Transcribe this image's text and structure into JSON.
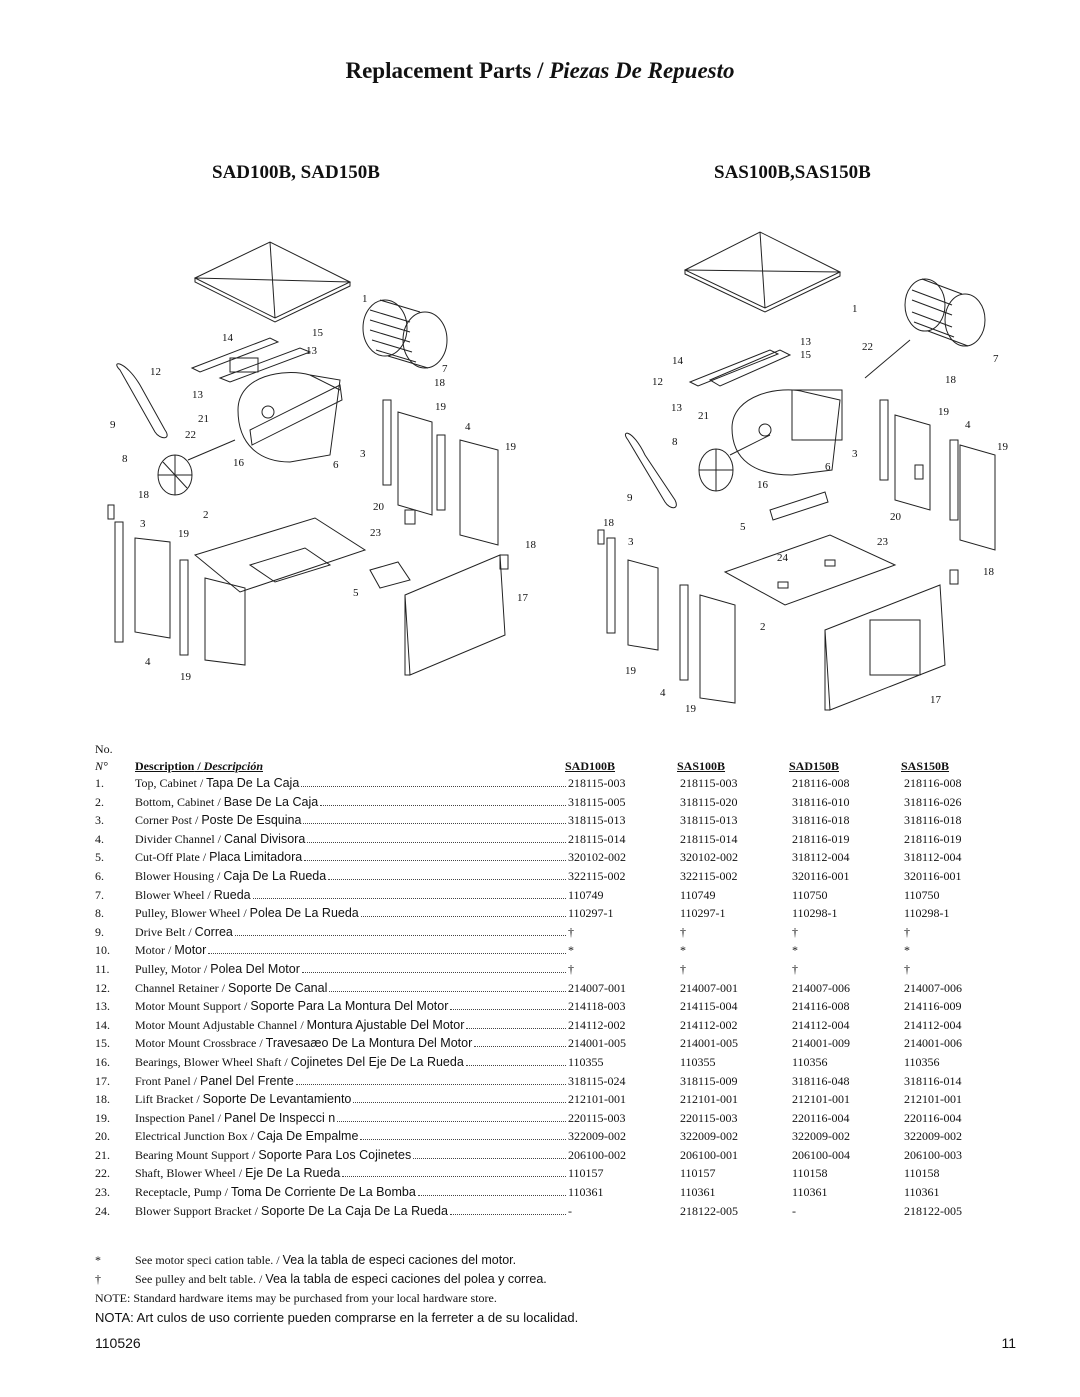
{
  "page": {
    "title_en": "Replacement Parts",
    "title_sep": " / ",
    "title_es": "Piezas De Repuesto",
    "left_model_heading": "SAD100B, SAD150B",
    "right_model_heading": "SAS100B,SAS150B",
    "footer_doc_number": "110526",
    "footer_page_number": "11"
  },
  "diagram_callouts": {
    "left": [
      "1",
      "15",
      "14",
      "13",
      "12",
      "7",
      "18",
      "13",
      "9",
      "19",
      "21",
      "4",
      "22",
      "3",
      "19",
      "8",
      "16",
      "6",
      "20",
      "18",
      "23",
      "2",
      "3",
      "19",
      "18",
      "5",
      "17",
      "4",
      "19"
    ],
    "right": [
      "1",
      "22",
      "7",
      "13",
      "15",
      "14",
      "12",
      "18",
      "19",
      "13",
      "4",
      "21",
      "8",
      "3",
      "19",
      "6",
      "16",
      "9",
      "20",
      "5",
      "23",
      "18",
      "3",
      "24",
      "18",
      "2",
      "19",
      "4",
      "17",
      "19"
    ]
  },
  "table": {
    "header_no": "No.",
    "header_n": "N°",
    "header_desc_en": "Description",
    "header_desc_sep": " / ",
    "header_desc_es": "Descripción",
    "columns": [
      "SAD100B",
      "SAS100B",
      "SAD150B",
      "SAS150B"
    ],
    "rows": [
      {
        "no": "1.",
        "en": "Top, Cabinet",
        "es": "Tapa De La Caja",
        "v": [
          "218115-003",
          "218115-003",
          "218116-008",
          "218116-008"
        ]
      },
      {
        "no": "2.",
        "en": "Bottom, Cabinet",
        "es": "Base De La Caja",
        "v": [
          "318115-005",
          "318115-020",
          "318116-010",
          "318116-026"
        ]
      },
      {
        "no": "3.",
        "en": "Corner Post",
        "es": "Poste De Esquina",
        "v": [
          "318115-013",
          "318115-013",
          "318116-018",
          "318116-018"
        ]
      },
      {
        "no": "4.",
        "en": "Divider Channel",
        "es": "Canal Divisora",
        "v": [
          "218115-014",
          "218115-014",
          "218116-019",
          "218116-019"
        ]
      },
      {
        "no": "5.",
        "en": "Cut-Off Plate",
        "es": "Placa Limitadora",
        "v": [
          "320102-002",
          "320102-002",
          "318112-004",
          "318112-004"
        ]
      },
      {
        "no": "6.",
        "en": "Blower Housing",
        "es": "Caja De La Rueda",
        "v": [
          "322115-002",
          "322115-002",
          "320116-001",
          "320116-001"
        ]
      },
      {
        "no": "7.",
        "en": "Blower Wheel",
        "es": "Rueda",
        "v": [
          "110749",
          "110749",
          "110750",
          "110750"
        ]
      },
      {
        "no": "8.",
        "en": "Pulley, Blower Wheel",
        "es": "Polea De La Rueda",
        "v": [
          "110297-1",
          "110297-1",
          "110298-1",
          "110298-1"
        ]
      },
      {
        "no": "9.",
        "en": "Drive Belt",
        "es": "Correa",
        "v": [
          "†",
          "†",
          "†",
          "†"
        ]
      },
      {
        "no": "10.",
        "en": "Motor",
        "es": "Motor",
        "v": [
          "*",
          "*",
          "*",
          "*"
        ]
      },
      {
        "no": "11.",
        "en": "Pulley, Motor",
        "es": "Polea Del Motor",
        "v": [
          "†",
          "†",
          "†",
          "†"
        ]
      },
      {
        "no": "12.",
        "en": "Channel Retainer",
        "es": "Soporte De Canal",
        "v": [
          "214007-001",
          "214007-001",
          "214007-006",
          "214007-006"
        ]
      },
      {
        "no": "13.",
        "en": "Motor Mount Support",
        "es": "Soporte Para La Montura Del Motor",
        "v": [
          "214118-003",
          "214115-004",
          "214116-008",
          "214116-009"
        ]
      },
      {
        "no": "14.",
        "en": "Motor Mount Adjustable Channel",
        "es": "Montura Ajustable Del Motor",
        "v": [
          "214112-002",
          "214112-002",
          "214112-004",
          "214112-004"
        ]
      },
      {
        "no": "15.",
        "en": "Motor Mount Crossbrace",
        "es": "Travesaæo De La Montura Del Motor",
        "v": [
          "214001-005",
          "214001-005",
          "214001-009",
          "214001-006"
        ]
      },
      {
        "no": "16.",
        "en": "Bearings, Blower Wheel Shaft",
        "es": "Cojinetes Del Eje De La Rueda",
        "v": [
          "110355",
          "110355",
          "110356",
          "110356"
        ]
      },
      {
        "no": "17.",
        "en": "Front Panel",
        "es": "Panel Del Frente",
        "v": [
          "318115-024",
          "318115-009",
          "318116-048",
          "318116-014"
        ]
      },
      {
        "no": "18.",
        "en": "Lift Bracket",
        "es": "Soporte De Levantamiento",
        "v": [
          "212101-001",
          "212101-001",
          "212101-001",
          "212101-001"
        ]
      },
      {
        "no": "19.",
        "en": "Inspection Panel",
        "es": "Panel De Inspecci n",
        "v": [
          "220115-003",
          "220115-003",
          "220116-004",
          "220116-004"
        ]
      },
      {
        "no": "20.",
        "en": "Electrical Junction Box",
        "es": "Caja De Empalme",
        "v": [
          "322009-002",
          "322009-002",
          "322009-002",
          "322009-002"
        ]
      },
      {
        "no": "21.",
        "en": "Bearing Mount Support",
        "es": "Soporte Para Los Cojinetes",
        "v": [
          "206100-002",
          "206100-001",
          "206100-004",
          "206100-003"
        ]
      },
      {
        "no": "22.",
        "en": "Shaft, Blower Wheel",
        "es": "Eje De La Rueda",
        "v": [
          "110157",
          "110157",
          "110158",
          "110158"
        ]
      },
      {
        "no": "23.",
        "en": "Receptacle, Pump",
        "es": "Toma De Corriente De La Bomba",
        "v": [
          "110361",
          "110361",
          "110361",
          "110361"
        ]
      },
      {
        "no": "24.",
        "en": "Blower Support Bracket",
        "es": "Soporte De La Caja De La Rueda",
        "v": [
          "-",
          "218122-005",
          "-",
          "218122-005"
        ]
      }
    ]
  },
  "notes": {
    "motor_sym": "*",
    "motor_en": "See motor speci cation table.",
    "motor_es": "Vea la tabla de especi caciones del motor.",
    "pulley_sym": "†",
    "pulley_en": "See pulley and belt table.",
    "pulley_es": "Vea la tabla de especi caciones del polea y correa.",
    "note_en": "NOTE:  Standard hardware items may be purchased from your local hardware store.",
    "note_es": "NOTA:  Art culos de uso corriente pueden comprarse en la ferreter a de su localidad."
  }
}
